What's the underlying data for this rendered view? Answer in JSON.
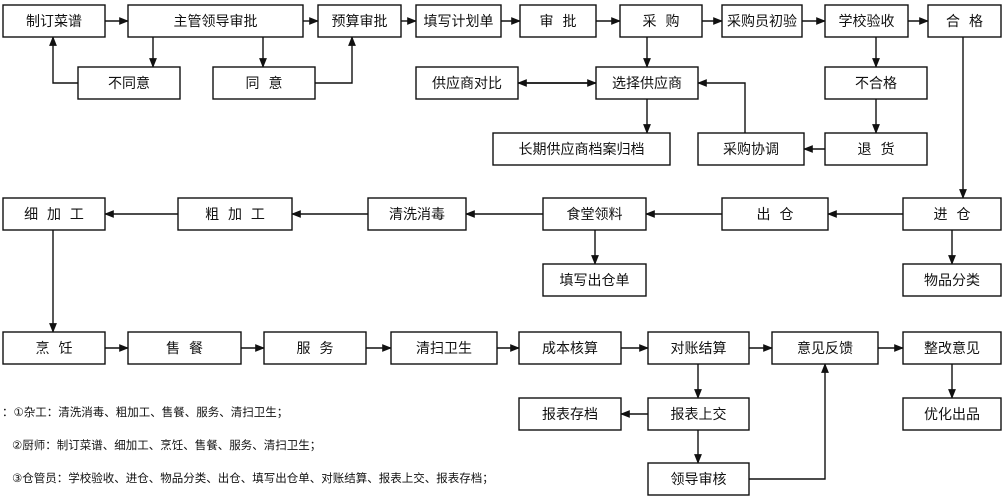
{
  "nodes": {
    "menu": "制订菜谱",
    "supervisor_approval": "主管领导审批",
    "budget_approval": "预算审批",
    "fill_plan": "填写计划单",
    "review": "审  批",
    "purchase": "采  购",
    "buyer_inspect": "采购员初验",
    "school_inspect": "学校验收",
    "qualified": "合  格",
    "disagree": "不同意",
    "agree": "同  意",
    "supplier_compare": "供应商对比",
    "choose_supplier": "选择供应商",
    "unqualified": "不合格",
    "supplier_archive": "长期供应商档案归档",
    "purchase_coord": "采购协调",
    "return_goods": "退  货",
    "fine_process": "细  加  工",
    "rough_process": "粗  加  工",
    "clean_disinfect": "清洗消毒",
    "canteen_collect": "食堂领料",
    "out_warehouse": "出  仓",
    "in_warehouse": "进  仓",
    "fill_out_form": "填写出仓单",
    "classify": "物品分类",
    "cook": "烹  饪",
    "sell": "售  餐",
    "service": "服  务",
    "cleaning": "清扫卫生",
    "cost_accounting": "成本核算",
    "reconcile": "对账结算",
    "feedback": "意见反馈",
    "rectify": "整改意见",
    "report_archive": "报表存档",
    "report_submit": "报表上交",
    "optimize": "优化出品",
    "leader_review": "领导审核"
  },
  "notes": {
    "line1": "：①杂工：清洗消毒、粗加工、售餐、服务、清扫卫生；",
    "line2": "②厨师：制订菜谱、细加工、烹饪、售餐、服务、清扫卫生；",
    "line3": "③仓管员：学校验收、进仓、物品分类、出仓、填写出仓单、对账结算、报表上交、报表存档；"
  }
}
